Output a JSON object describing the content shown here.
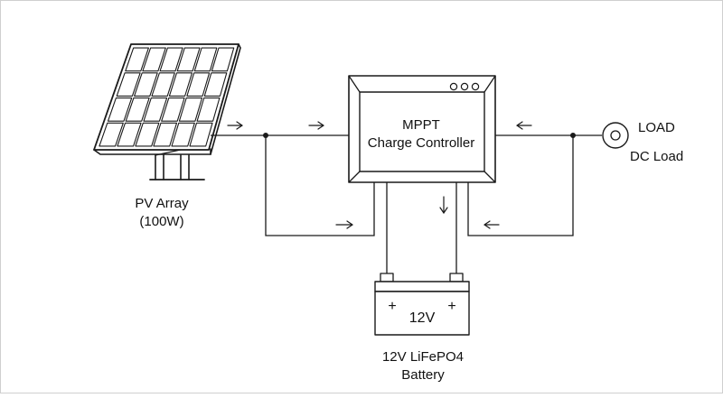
{
  "colors": {
    "stroke": "#1a1a1a",
    "background": "#ffffff"
  },
  "pv": {
    "line1": "PV Array",
    "line2": "(100W)"
  },
  "controller": {
    "line1": "MPPT",
    "line2": "Charge Controller"
  },
  "load": {
    "label": "LOAD",
    "sublabel": "DC Load"
  },
  "battery": {
    "voltage": "12V",
    "plus_left": "+",
    "plus_right": "+",
    "line1": "12V LiFePO4",
    "line2": "Battery"
  },
  "icons": {
    "panel": "solar-panel-icon",
    "controller": "controller-box-icon",
    "load": "load-terminal-icon",
    "battery": "battery-icon",
    "arrow": "arrow-icon"
  }
}
